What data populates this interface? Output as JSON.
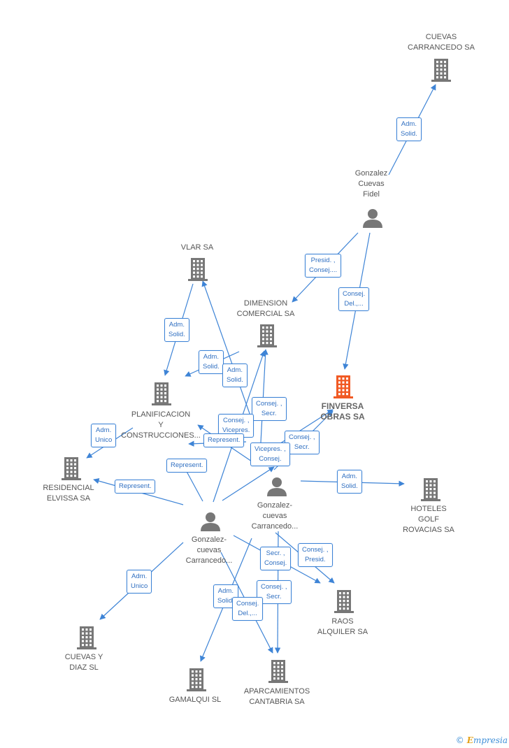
{
  "colors": {
    "edge": "#3e84d6",
    "building": "#777777",
    "main_building": "#f15a24",
    "person": "#777777"
  },
  "nodes": [
    {
      "id": "cuevas_carrancedo",
      "type": "company",
      "label": "CUEVAS\nCARRANCEDO SA"
    },
    {
      "id": "fidel",
      "type": "person",
      "label": "Gonzalez\nCuevas\nFidel"
    },
    {
      "id": "vlar",
      "type": "company",
      "label": "VLAR SA"
    },
    {
      "id": "dimension",
      "type": "company",
      "label": "DIMENSION\nCOMERCIAL SA"
    },
    {
      "id": "finversa",
      "type": "company",
      "main": true,
      "label": "FINVERSA\nOBRAS SA"
    },
    {
      "id": "planificacion",
      "type": "company",
      "label": "PLANIFICACION\nY\nCONSTRUCCIONES..."
    },
    {
      "id": "residencial",
      "type": "company",
      "label": "RESIDENCIAL\nELVISSA SA"
    },
    {
      "id": "p2",
      "type": "person",
      "label": "Gonzalez-\ncuevas\nCarrancedo..."
    },
    {
      "id": "hoteles",
      "type": "company",
      "label": "HOTELES\nGOLF\nROVACIAS SA"
    },
    {
      "id": "p1",
      "type": "person",
      "label": "Gonzalez-\ncuevas\nCarrancedo..."
    },
    {
      "id": "raos",
      "type": "company",
      "label": "RAOS\nALQUILER SA"
    },
    {
      "id": "cuevas_diaz",
      "type": "company",
      "label": "CUEVAS Y\nDIAZ SL"
    },
    {
      "id": "gamalqui",
      "type": "company",
      "label": "GAMALQUI SL"
    },
    {
      "id": "aparcamientos",
      "type": "company",
      "label": "APARCAMIENTOS\nCANTABRIA SA"
    }
  ],
  "edge_labels": [
    "Adm.\nSolid.",
    "Presid. ,\nConsej....",
    "Consej.\nDel.,...",
    "Adm.\nSolid.",
    "Adm.\nSolid.",
    "Adm.\nSolid.",
    "Consej. ,\nSecr.",
    "Consej. ,\nVicepres.",
    "Adm.\nUnico",
    "Represent.",
    "Consej. ,\nSecr.",
    "Vicepres. ,\nConsej.",
    "Represent.",
    "Represent.",
    "Adm.\nSolid.",
    "Secr. ,\nConsej.",
    "Consej. ,\nPresid.",
    "Adm.\nUnico",
    "Consej. ,\nSecr.",
    "Adm.\nSolid.",
    "Consej.\nDel.,..."
  ],
  "footer": {
    "copyright": "©",
    "brand_first": "E",
    "brand_rest": "mpresia"
  }
}
